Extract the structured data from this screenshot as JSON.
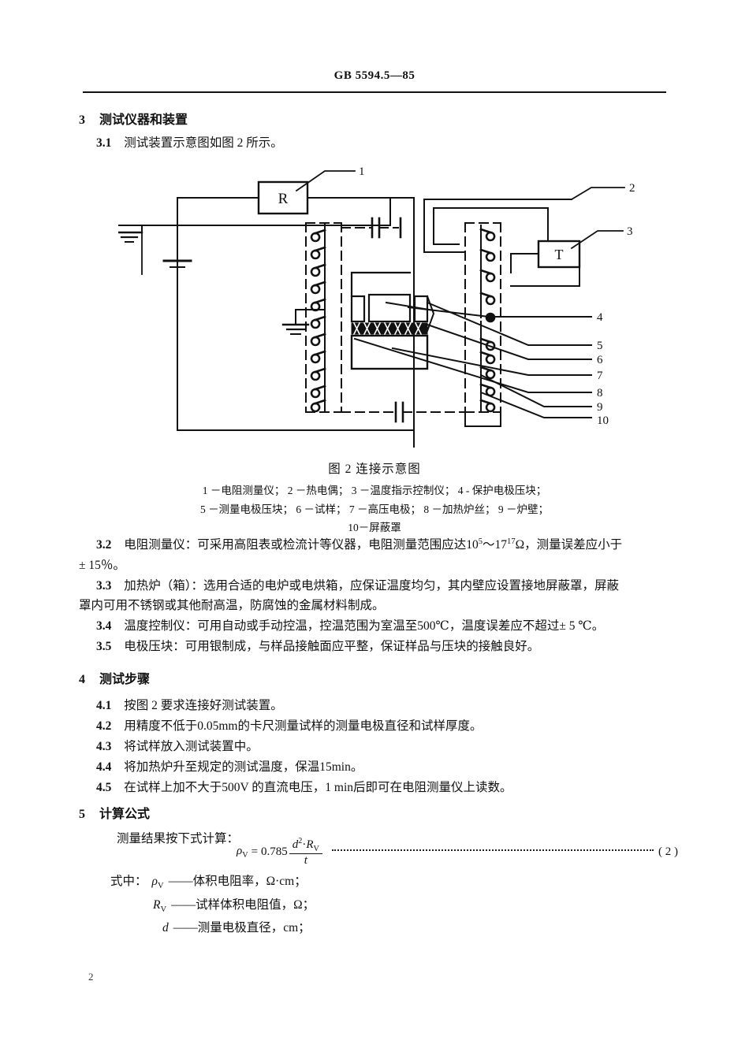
{
  "header": {
    "std_code": "GB  5594.5—85"
  },
  "sections": {
    "s3": {
      "number": "3",
      "title": "测试仪器和装置",
      "items": [
        {
          "number": "3.1",
          "text": "测试装置示意图如图 2 所示。"
        }
      ]
    },
    "s3_after_fig": [
      {
        "number": "3.2",
        "text_pre": "电阻测量仪：可采用高阻表或检流计等仪器，电阻测量范围应达10",
        "sup1": "5",
        "text_mid": "～17",
        "sup2": "17",
        "text_post": "Ω，测量误差应小于",
        "text_line2": "± 15％。"
      },
      {
        "number": "3.3",
        "text": "加热炉（箱）：选用合适的电炉或电烘箱，应保证温度均匀，其内壁应设置接地屏蔽罩，屏蔽",
        "text_line2": "罩内可用不锈钢或其他耐高温，防腐蚀的金属材料制成。"
      },
      {
        "number": "3.4",
        "text": "温度控制仪：可用自动或手动控温，控温范围为室温至500℃，温度误差应不超过± 5 ℃。"
      },
      {
        "number": "3.5",
        "text": "电极压块：可用银制成，与样品接触面应平整，保证样品与压块的接触良好。"
      }
    ],
    "s4": {
      "number": "4",
      "title": "测试步骤",
      "items": [
        {
          "number": "4.1",
          "text": "按图 2 要求连接好测试装置。"
        },
        {
          "number": "4.2",
          "text": "用精度不低于0.05mm的卡尺测量试样的测量电极直径和试样厚度。"
        },
        {
          "number": "4.3",
          "text": "将试样放入测试装置中。"
        },
        {
          "number": "4.4",
          "text": "将加热炉升至规定的测试温度，保温15min。"
        },
        {
          "number": "4.5",
          "text": "在试样上加不大于500V 的直流电压，1 min后即可在电阻测量仪上读数。"
        }
      ]
    },
    "s5": {
      "number": "5",
      "title": "计算公式",
      "lead": "测量结果按下式计算："
    }
  },
  "figure": {
    "caption": "图 2    连接示意图",
    "legend_line1": "1 －电阻测量仪； 2 －热电偶； 3 －温度指示控制仪； 4 - 保护电极压块；",
    "legend_line2": "5 －测量电极压块； 6 －试样； 7 －高压电极； 8 －加热炉丝； 9 －炉壁；",
    "legend_line3": "10－屏蔽罩",
    "box_labels": {
      "resistance_meter": "R",
      "temperature_controller": "T"
    },
    "callouts": [
      "1",
      "2",
      "3",
      "4",
      "5",
      "6",
      "7",
      "8",
      "9",
      "10"
    ],
    "parts": [
      {
        "id": "1",
        "name": "电阻测量仪"
      },
      {
        "id": "2",
        "name": "热电偶"
      },
      {
        "id": "3",
        "name": "温度指示控制仪"
      },
      {
        "id": "4",
        "name": "保护电极压块"
      },
      {
        "id": "5",
        "name": "测量电极压块"
      },
      {
        "id": "6",
        "name": "试样"
      },
      {
        "id": "7",
        "name": "高压电极"
      },
      {
        "id": "8",
        "name": "加热炉丝"
      },
      {
        "id": "9",
        "name": "炉壁"
      },
      {
        "id": "10",
        "name": "屏蔽罩"
      }
    ]
  },
  "formula": {
    "lhs_symbol": "ρ",
    "lhs_sub": "V",
    "equals": "=",
    "coefficient": "0.785",
    "numerator_base": "d",
    "numerator_sup": "2",
    "numerator_dot": "·",
    "numerator_r": "R",
    "numerator_r_sub": "V",
    "denominator": "t",
    "number": "( 2 )"
  },
  "definitions": {
    "lead": "式中：",
    "rows": [
      {
        "symbol": "ρ",
        "sub": "V",
        "dash": "——",
        "text": "体积电阻率，Ω·cm；"
      },
      {
        "symbol": "R",
        "sub": "V",
        "dash": "——",
        "text": "试样体积电阻值，Ω；"
      },
      {
        "symbol": "d",
        "sub": "",
        "dash": "——",
        "text": "测量电极直径，cm；"
      }
    ]
  },
  "footer": {
    "page_number": "2"
  }
}
